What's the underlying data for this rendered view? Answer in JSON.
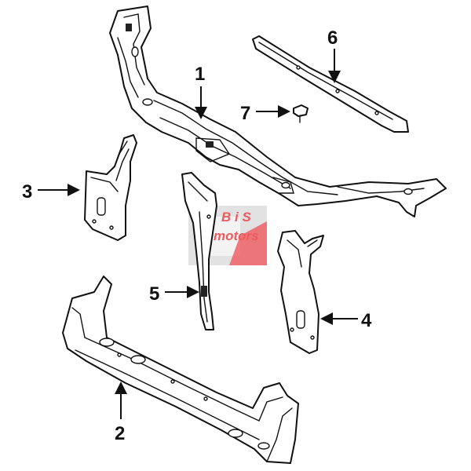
{
  "callouts": {
    "part1": "1",
    "part2": "2",
    "part3": "3",
    "part4": "4",
    "part5": "5",
    "part6": "6",
    "part7": "7"
  },
  "watermark": {
    "line1": "B i S",
    "line2": "motors",
    "colors": {
      "red": "#e8232a",
      "gray": "#b9b9b9"
    }
  }
}
